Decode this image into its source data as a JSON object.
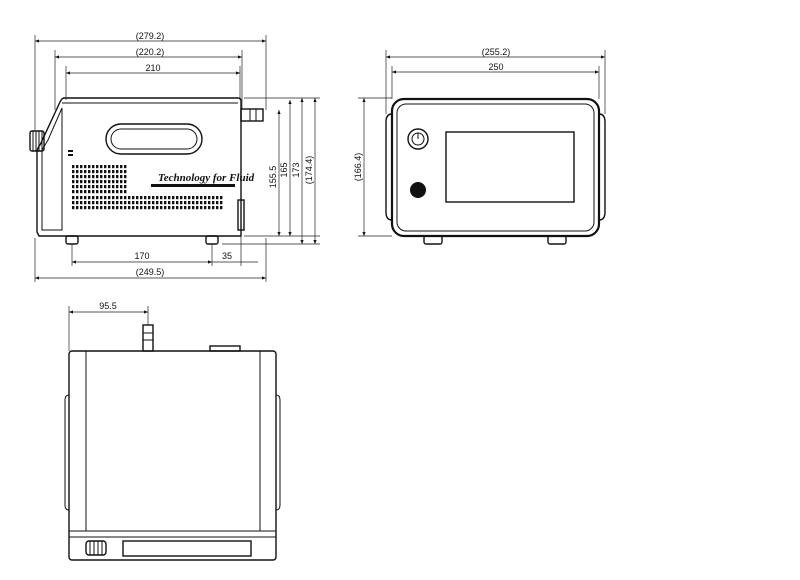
{
  "side_view": {
    "dims": {
      "overall_width": "(279.2)",
      "body_width": "(220.2)",
      "top_width": "210",
      "foot_spacing": "170",
      "foot_offset": "35",
      "bottom_width": "(249.5)",
      "height_1": "155.5",
      "height_2": "165",
      "height_3": "173",
      "height_4": "(174.4)"
    },
    "logo_text": "Technology for Fluid"
  },
  "front_view": {
    "dims": {
      "overall_width": "(255.2)",
      "body_width": "250",
      "height": "(166.4)"
    }
  },
  "top_view": {
    "dims": {
      "nozzle_offset": "95.5"
    }
  }
}
